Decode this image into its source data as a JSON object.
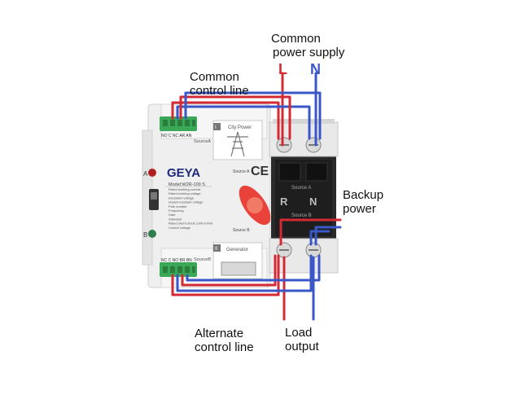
{
  "labels": {
    "common_power_supply": [
      "Common",
      "power supply"
    ],
    "phase_live": "L",
    "phase_neutral": "N",
    "common_control_line": [
      "Common",
      "control line"
    ],
    "backup_power": [
      "Backup",
      "power"
    ],
    "alternate_control_line": [
      "Alternate",
      "control line"
    ],
    "load_output": [
      "Load",
      "output"
    ]
  },
  "device": {
    "brand": "GEYA",
    "model": "Model:W2R-100 S",
    "ce_mark": "CE",
    "indicator_a": "A",
    "indicator_b": "B",
    "source_a_panel": "City Power",
    "source_a_roman": "I",
    "source_a_text": "SourceA",
    "source_b_panel": "Generator",
    "source_b_roman": "II",
    "source_b_text": "SourceB",
    "source_a_label": "Source A",
    "source_b_label": "Source B",
    "terminal_top_label": "NO C NC AR AN",
    "terminal_bottom_label": "NC C NO BR BN",
    "switch_source_a": "Source A",
    "switch_source_b": "Source B",
    "switch_r": "R",
    "switch_n": "N",
    "specs": [
      "Rated working current",
      "Rated working voltage",
      "Insulation voltage",
      "Impact-resistant voltage",
      "Pole number",
      "Frequency",
      "Date",
      "Standard",
      "Rated short-circuit control limit",
      "Control voltage"
    ]
  },
  "colors": {
    "live_wire": "#d42a33",
    "neutral_wire": "#3a57c8",
    "terminal_green": "#3aa856",
    "handle": "#e8423a",
    "device_body": "#efefef",
    "switch_block": "#2a2a2a"
  }
}
